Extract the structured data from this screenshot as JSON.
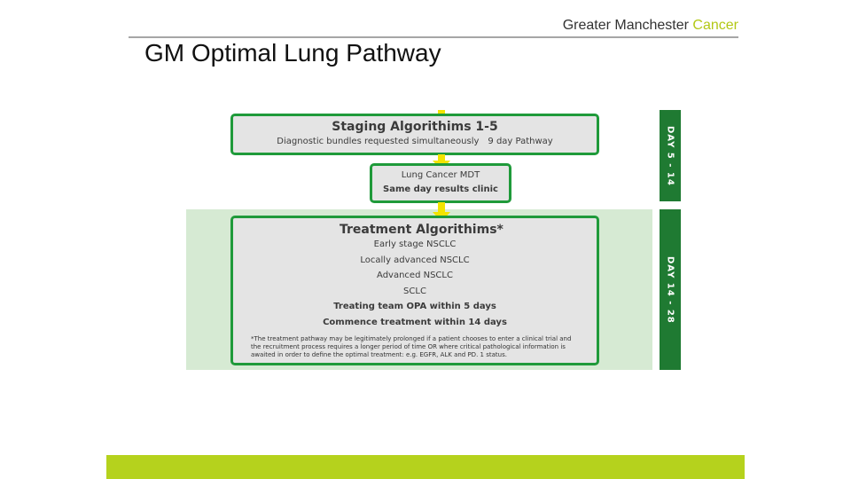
{
  "header": {
    "brand_prefix": "Greater Manchester ",
    "brand_accent": "Cancer",
    "title": "GM Optimal Lung Pathway"
  },
  "staging": {
    "title": "Staging Algorithims 1-5",
    "sub_left": "Diagnostic bundles requested simultaneously",
    "sub_right": "9 day Pathway"
  },
  "mdt": {
    "line1": "Lung Cancer MDT",
    "line2": "Same day results clinic"
  },
  "treatment": {
    "title": "Treatment Algorithims*",
    "items": [
      "Early stage NSCLC",
      "Locally advanced NSCLC",
      "Advanced NSCLC",
      "SCLC"
    ],
    "bold_items": [
      "Treating team OPA within 5 days",
      "Commence treatment within 14 days"
    ],
    "note": "*The treatment pathway may be legitimately prolonged if a patient chooses to enter a clinical trial and the recruitment process requires a longer period of time OR where critical pathological information is awaited in order to define the optimal treatment: e.g. EGFR, ALK and PD. 1 status."
  },
  "day_labels": {
    "first": "DAY 5 - 14",
    "second": "DAY 14 - 28"
  },
  "colors": {
    "accent": "#b3c816",
    "box_border": "#1f9a3a",
    "day_bar": "#1f7a32",
    "arrow": "#f2e400",
    "footer": "#b5d21d",
    "treatment_bg": "#d6ead3"
  }
}
